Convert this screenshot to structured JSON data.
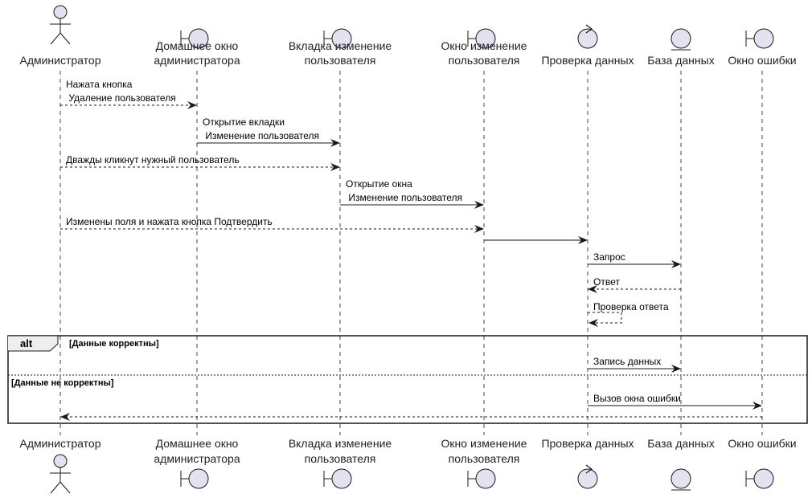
{
  "participants": [
    {
      "id": "admin",
      "name": "Администратор",
      "lines": [
        "Администратор"
      ],
      "kind": "actor"
    },
    {
      "id": "home",
      "name": "Домашнее окно администратора",
      "lines": [
        "Домашнее окно",
        "администратора"
      ],
      "kind": "boundary"
    },
    {
      "id": "tab",
      "name": "Вкладка изменение пользователя",
      "lines": [
        "Вкладка изменение",
        "пользователя"
      ],
      "kind": "boundary"
    },
    {
      "id": "win",
      "name": "Окно изменение пользователя",
      "lines": [
        "Окно изменение",
        "пользователя"
      ],
      "kind": "boundary"
    },
    {
      "id": "check",
      "name": "Проверка данных",
      "lines": [
        "Проверка данных"
      ],
      "kind": "control"
    },
    {
      "id": "db",
      "name": "База данных",
      "lines": [
        "База данных"
      ],
      "kind": "entity"
    },
    {
      "id": "err",
      "name": "Окно ошибки",
      "lines": [
        "Окно ошибки"
      ],
      "kind": "boundary"
    }
  ],
  "messages": [
    {
      "from": "admin",
      "to": "home",
      "lines": [
        "Нажата кнопка",
        " Удаление пользователя"
      ],
      "style": "dashed"
    },
    {
      "from": "home",
      "to": "tab",
      "lines": [
        "Открытие вкладки",
        " Изменение пользователя"
      ],
      "style": "solid"
    },
    {
      "from": "admin",
      "to": "tab",
      "lines": [
        "Дважды кликнут нужный пользователь"
      ],
      "style": "dashed"
    },
    {
      "from": "tab",
      "to": "win",
      "lines": [
        "Открытие окна",
        " Изменение пользователя"
      ],
      "style": "solid"
    },
    {
      "from": "admin",
      "to": "win",
      "lines": [
        "Изменены поля и нажата кнопка Подтвердить"
      ],
      "style": "dashed"
    },
    {
      "from": "win",
      "to": "check",
      "lines": [],
      "style": "solid"
    },
    {
      "from": "check",
      "to": "db",
      "lines": [
        "Запрос"
      ],
      "style": "solid"
    },
    {
      "from": "db",
      "to": "check",
      "lines": [
        "Ответ"
      ],
      "style": "dashed"
    },
    {
      "from": "check",
      "to": "check",
      "lines": [
        "Проверка ответа"
      ],
      "style": "dashed"
    },
    {
      "from": "check",
      "to": "db",
      "lines": [
        "Запись данных"
      ],
      "style": "solid"
    },
    {
      "from": "check",
      "to": "err",
      "lines": [
        "Вызов окна ошибки"
      ],
      "style": "solid"
    },
    {
      "from": "err",
      "to": "admin",
      "lines": [],
      "style": "dashed"
    }
  ],
  "fragment": {
    "keyword": "alt",
    "guard_1": "[Данные корректны]",
    "guard_2": "[Данные не корректны]"
  },
  "colors": {
    "line": "#181818",
    "lifeline": "#181818",
    "participant_fill": "#E2E2F0"
  }
}
